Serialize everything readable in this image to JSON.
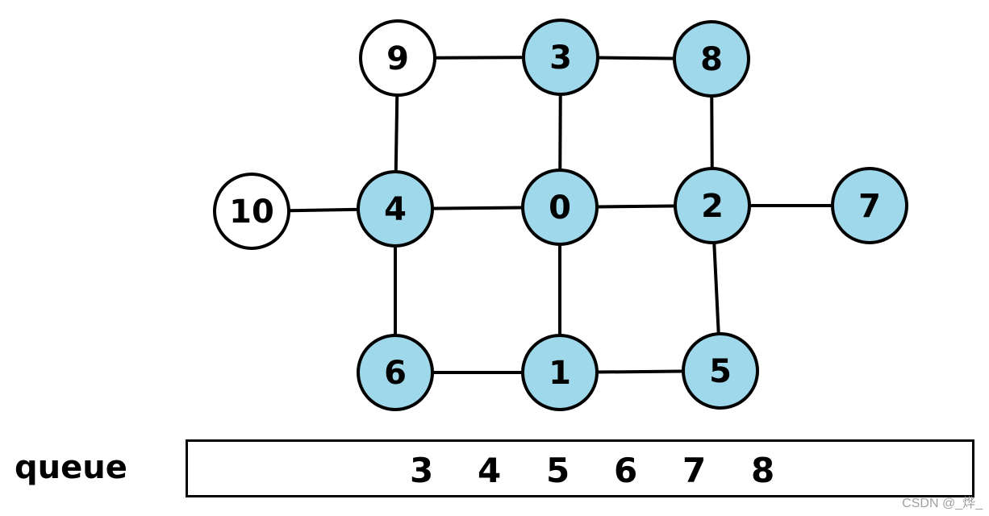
{
  "graph": {
    "visited_fill": "#9fd8ea",
    "unvisited_fill": "#ffffff",
    "stroke": "#000000",
    "nodes": [
      {
        "label": "9",
        "visited": false
      },
      {
        "label": "3",
        "visited": true
      },
      {
        "label": "8",
        "visited": true
      },
      {
        "label": "10",
        "visited": false
      },
      {
        "label": "4",
        "visited": true
      },
      {
        "label": "0",
        "visited": true
      },
      {
        "label": "2",
        "visited": true
      },
      {
        "label": "7",
        "visited": true
      },
      {
        "label": "6",
        "visited": true
      },
      {
        "label": "1",
        "visited": true
      },
      {
        "label": "5",
        "visited": true
      }
    ],
    "edges": [
      [
        "9",
        "3"
      ],
      [
        "3",
        "8"
      ],
      [
        "9",
        "4"
      ],
      [
        "3",
        "0"
      ],
      [
        "8",
        "2"
      ],
      [
        "10",
        "4"
      ],
      [
        "4",
        "0"
      ],
      [
        "0",
        "2"
      ],
      [
        "2",
        "7"
      ],
      [
        "4",
        "6"
      ],
      [
        "0",
        "1"
      ],
      [
        "2",
        "5"
      ],
      [
        "6",
        "1"
      ],
      [
        "1",
        "5"
      ]
    ]
  },
  "queue": {
    "label": "queue",
    "items": [
      "3",
      "4",
      "5",
      "6",
      "7",
      "8"
    ]
  },
  "watermark": "CSDN @_烨_"
}
